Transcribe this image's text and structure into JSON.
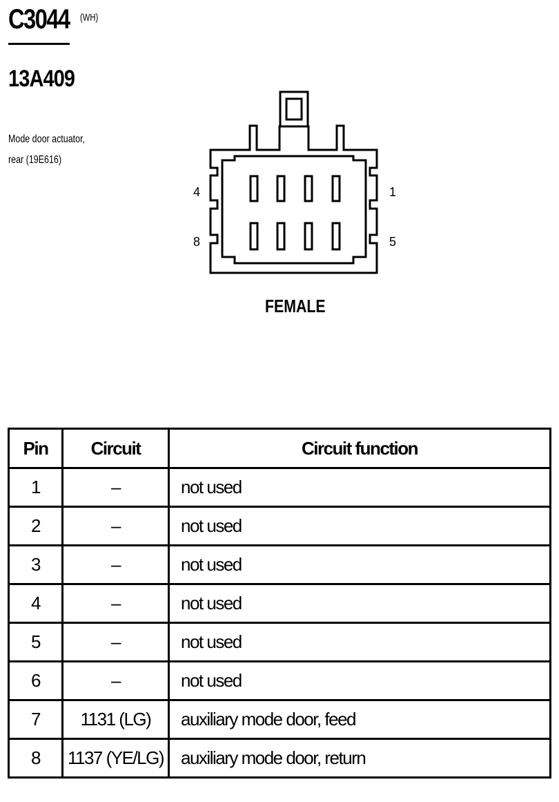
{
  "header": {
    "connector_id": "C3044",
    "color_code": "(WH)",
    "part_number": "13A409",
    "description_lines": [
      "Mode door actuator,",
      "rear (19E616)"
    ]
  },
  "diagram": {
    "pin_label_4": "4",
    "pin_label_8": "8",
    "pin_label_1": "1",
    "pin_label_5": "5",
    "gender": "FEMALE"
  },
  "table": {
    "headers": [
      "Pin",
      "Circuit",
      "Circuit function"
    ],
    "rows": [
      {
        "pin": "1",
        "circuit": "–",
        "function": "not used"
      },
      {
        "pin": "2",
        "circuit": "–",
        "function": "not used"
      },
      {
        "pin": "3",
        "circuit": "–",
        "function": "not used"
      },
      {
        "pin": "4",
        "circuit": "–",
        "function": "not used"
      },
      {
        "pin": "5",
        "circuit": "–",
        "function": "not used"
      },
      {
        "pin": "6",
        "circuit": "–",
        "function": "not used"
      },
      {
        "pin": "7",
        "circuit": "1131 (LG)",
        "function": "auxiliary mode door, feed"
      },
      {
        "pin": "8",
        "circuit": "1137 (YE/LG)",
        "function": "auxiliary mode door, return"
      }
    ]
  }
}
